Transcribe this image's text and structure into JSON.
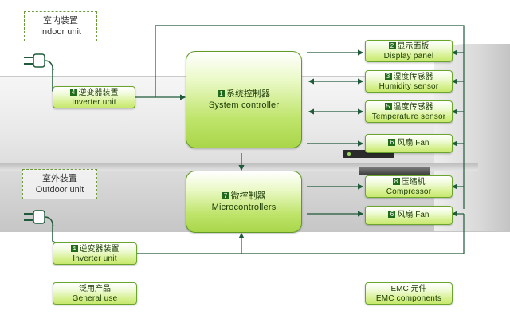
{
  "labels": {
    "indoor_zh": "室内装置",
    "indoor_en": "Indoor unit",
    "outdoor_zh": "室外装置",
    "outdoor_en": "Outdoor unit"
  },
  "boxes": {
    "system_controller": {
      "num": "1",
      "zh": "系统控制器",
      "en": "System controller"
    },
    "display_panel": {
      "num": "2",
      "zh": "显示面板",
      "en": "Display panel"
    },
    "humidity_sensor": {
      "num": "3",
      "zh": "湿度传感器",
      "en": "Humidity sensor"
    },
    "inverter_unit_indoor": {
      "num": "4",
      "zh": "逆变器装置",
      "en": "Inverter unit"
    },
    "temperature_sensor": {
      "num": "5",
      "zh": "温度传感器",
      "en": "Temperature sensor"
    },
    "fan_indoor": {
      "num": "6",
      "zh": "风扇",
      "en": "Fan"
    },
    "microcontrollers": {
      "num": "7",
      "zh": "微控制器",
      "en": "Microcontrollers"
    },
    "compressor": {
      "num": "8",
      "zh": "压缩机",
      "en": "Compressor"
    },
    "fan_outdoor": {
      "num": "6",
      "zh": "风扇",
      "en": "Fan"
    },
    "inverter_unit_outdoor": {
      "num": "4",
      "zh": "逆变器装置",
      "en": "Inverter unit"
    },
    "general_use": {
      "zh": "泛用产品",
      "en": "General use"
    },
    "emc_components": {
      "zh": "EMC 元件",
      "en": "EMC components"
    }
  },
  "colors": {
    "accent_green": "#6aa52c",
    "line_dark_green": "#1f5a3a",
    "number_badge": "#1f6b1a"
  },
  "icons": [
    "power-plug-icon",
    "power-plug-icon"
  ]
}
